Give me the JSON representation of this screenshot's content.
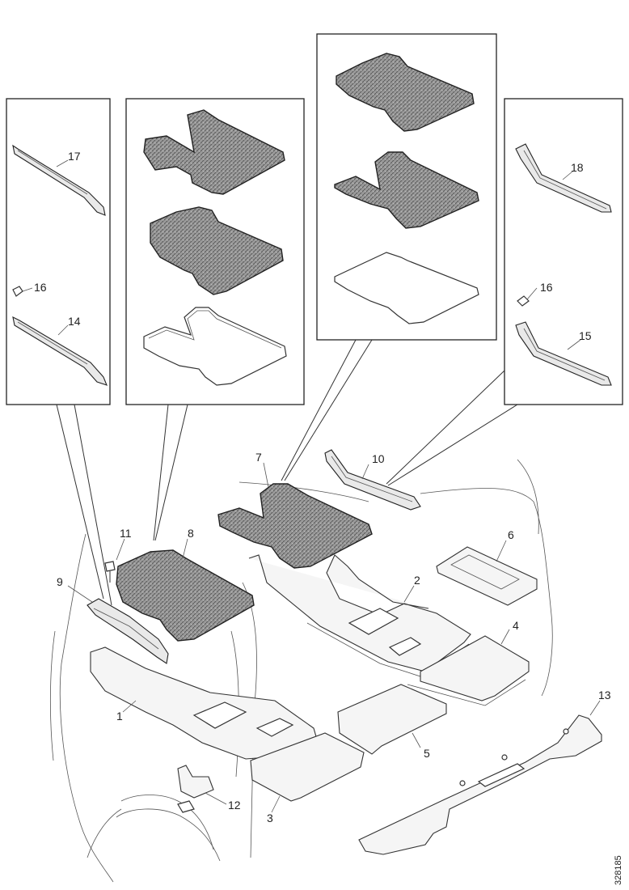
{
  "diagram": {
    "labels": {
      "l1": "1",
      "l2": "2",
      "l3": "3",
      "l4": "4",
      "l5": "5",
      "l6": "6",
      "l7": "7",
      "l8": "8",
      "l9": "9",
      "l10": "10",
      "l11": "11",
      "l12": "12",
      "l13": "13",
      "l14": "14",
      "l15": "15",
      "l16a": "16",
      "l16b": "16",
      "l17": "17",
      "l18": "18"
    },
    "reference": "328185"
  }
}
